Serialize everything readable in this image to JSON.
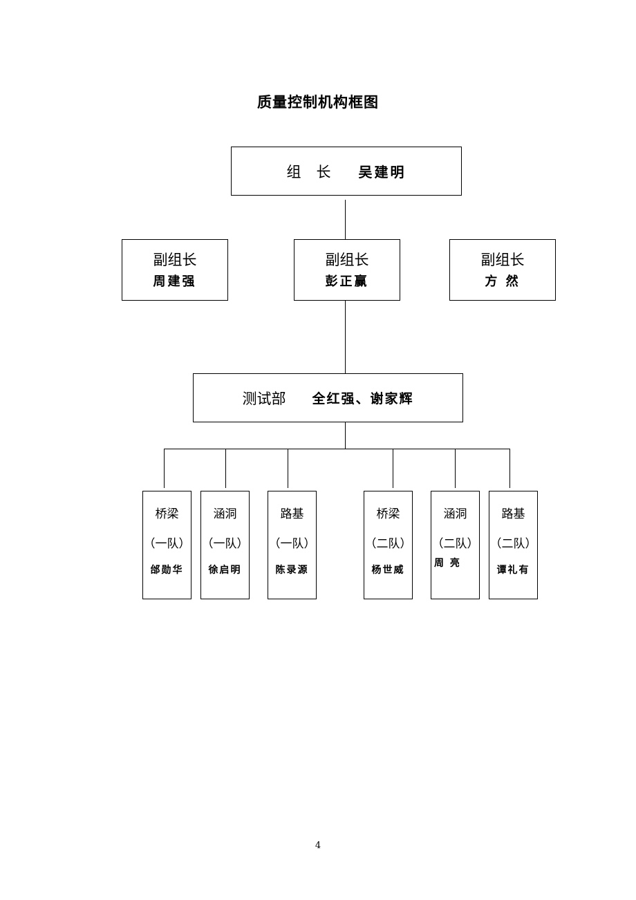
{
  "title": "质量控制机构框图",
  "leader": {
    "role": "组长",
    "name": "吴建明"
  },
  "deputies": [
    {
      "role": "副组长",
      "name": "周建强"
    },
    {
      "role": "副组长",
      "name": "彭正赢"
    },
    {
      "role": "副组长",
      "name": "方 然"
    }
  ],
  "test_department": {
    "role": "测试部",
    "names": "全红强、谢家辉"
  },
  "teams": [
    {
      "type": "桥梁",
      "group": "（一队）",
      "leader": "邰勋华"
    },
    {
      "type": "涵洞",
      "group": "（一队）",
      "leader": "徐启明"
    },
    {
      "type": "路基",
      "group": "（一队）",
      "leader": "陈录源"
    },
    {
      "type": "桥梁",
      "group": "（二队）",
      "leader": "杨世威"
    },
    {
      "type": "涵洞",
      "group": "（二队）",
      "leader": "周 亮"
    },
    {
      "type": "路基",
      "group": "（二队）",
      "leader": "谭礼有"
    }
  ],
  "page_number": "4"
}
